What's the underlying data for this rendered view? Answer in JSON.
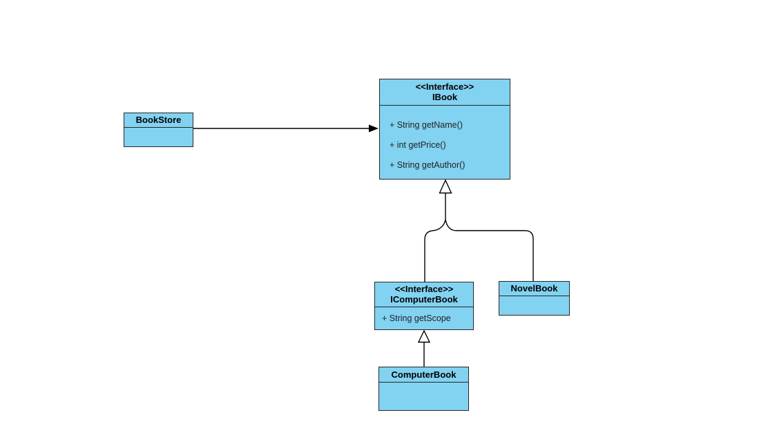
{
  "diagram": {
    "kind": "uml-class-diagram",
    "colors": {
      "box_fill": "#82d2f1",
      "box_border": "#262626",
      "header_text": "#000000",
      "member_text": "#222222",
      "connector": "#000000",
      "canvas_background": "#ffffff"
    },
    "classes": [
      {
        "id": "bookstore",
        "stereotype": "",
        "name": "BookStore",
        "members": []
      },
      {
        "id": "ibook",
        "stereotype": "<<Interface>>",
        "name": "IBook",
        "members": [
          "+ String getName()",
          "+ int getPrice()",
          "+ String getAuthor()"
        ]
      },
      {
        "id": "icomputerbook",
        "stereotype": "<<Interface>>",
        "name": "IComputerBook",
        "members": [
          "+ String getScope"
        ]
      },
      {
        "id": "novelbook",
        "stereotype": "",
        "name": "NovelBook",
        "members": []
      },
      {
        "id": "computerbook",
        "stereotype": "",
        "name": "ComputerBook",
        "members": []
      }
    ],
    "relationships": [
      {
        "type": "directed-association",
        "from": "BookStore",
        "to": "IBook",
        "arrowhead": "filled"
      },
      {
        "type": "realization-generalization",
        "from": "IComputerBook",
        "to": "IBook",
        "arrowhead": "hollow-triangle"
      },
      {
        "type": "realization-generalization",
        "from": "NovelBook",
        "to": "IBook",
        "arrowhead": "hollow-triangle"
      },
      {
        "type": "realization-generalization",
        "from": "ComputerBook",
        "to": "IComputerBook",
        "arrowhead": "hollow-triangle"
      }
    ]
  }
}
